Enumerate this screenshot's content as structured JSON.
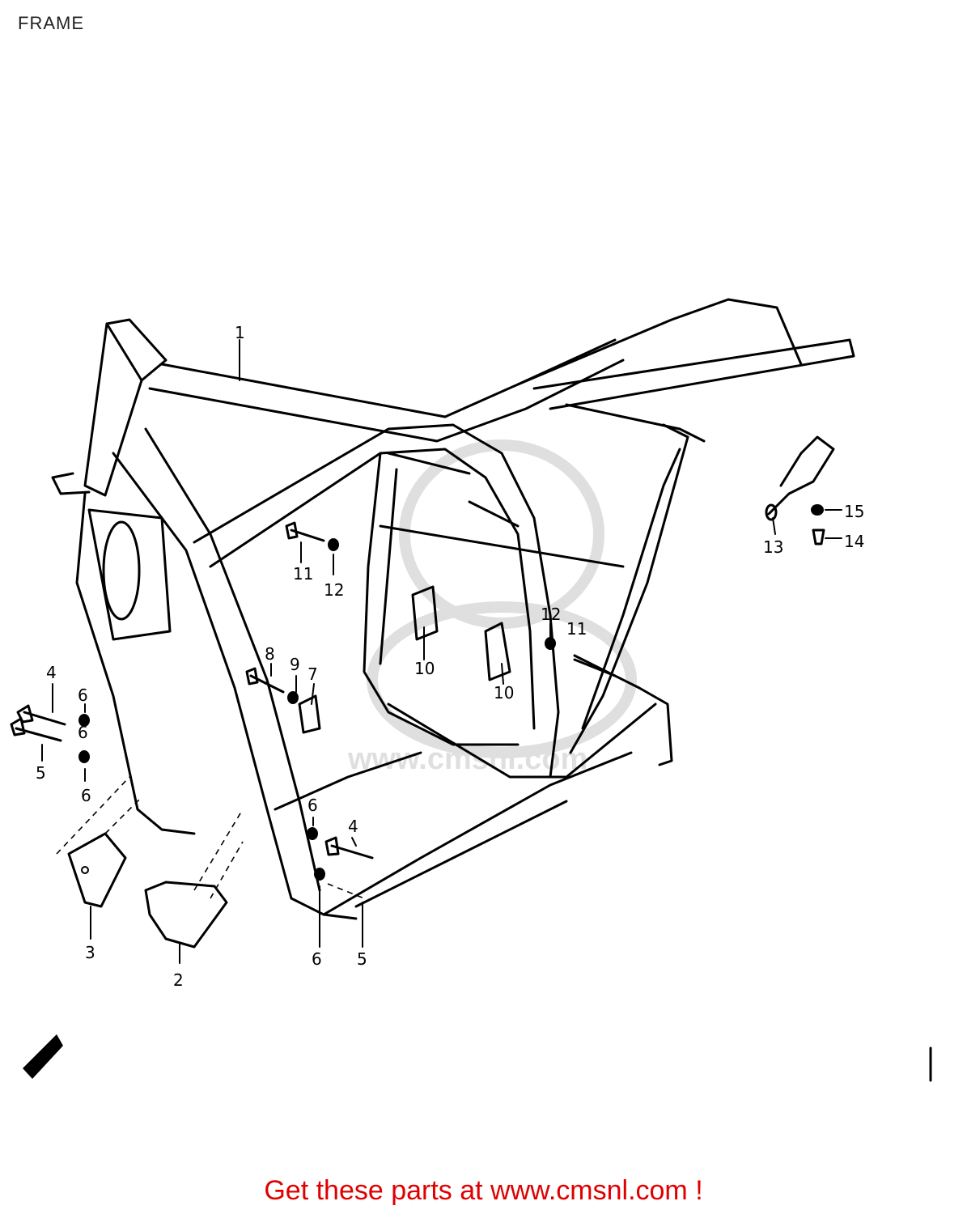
{
  "page": {
    "title": "FRAME"
  },
  "callouts": {
    "c1": "1",
    "c2": "2",
    "c3": "3",
    "c4a": "4",
    "c4b": "4",
    "c5a": "5",
    "c5b": "5",
    "c6a": "6",
    "c6b": "6",
    "c6c": "6",
    "c6d": "6",
    "c6e": "6",
    "c7": "7",
    "c8": "8",
    "c9": "9",
    "c10a": "10",
    "c10b": "10",
    "c11a": "11",
    "c11b": "11",
    "c12a": "12",
    "c12b": "12",
    "c13": "13",
    "c14": "14",
    "c15": "15"
  },
  "watermark": {
    "text": "www.cmsnl.com"
  },
  "footer": {
    "text": "Get these parts at www.cmsnl.com !"
  },
  "colors": {
    "footer_text": "#e00000",
    "line_art": "#000000"
  }
}
